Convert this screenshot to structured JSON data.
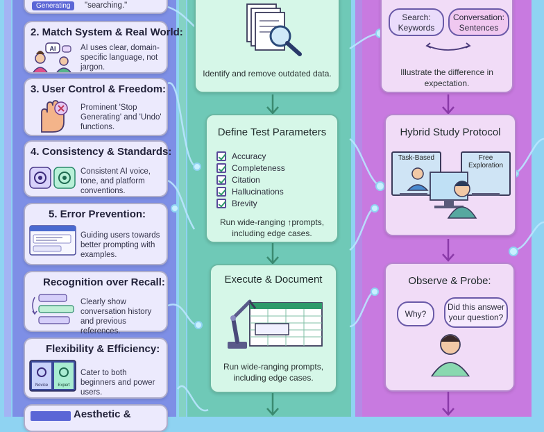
{
  "col1": {
    "top_card": {
      "badge": "Generating",
      "text": "\"searching.\""
    },
    "cards": [
      {
        "title": "2. Match System & Real World:",
        "text": "AI uses clear, domain-specific language, not jargon.",
        "icon": "ai-chat-people-icon"
      },
      {
        "title": "3. User Control & Freedom:",
        "text": "Prominent 'Stop Generating' and 'Undo' functions.",
        "icon": "hand-stop-icon"
      },
      {
        "title": "4. Consistency & Standards:",
        "text": "Consistent AI voice, tone, and platform conventions.",
        "icon": "ai-logo-icon"
      },
      {
        "title": "5. Error Prevention:",
        "text": "Guiding users towards better prompting with examples.",
        "icon": "prompt-example-icon"
      },
      {
        "title": "Recognition over Recall:",
        "text": "Clearly show conversation history and previous references.",
        "icon": "history-list-icon"
      },
      {
        "title": "Flexibility & Efficiency:",
        "text": "Cater to both beginners and power users.",
        "icon": "novice-expert-icon"
      },
      {
        "title": "Aesthetic &",
        "text": "",
        "icon": ""
      }
    ],
    "icon_labels": {
      "ai": "AI",
      "novice": "Novice",
      "expert": "Expert"
    }
  },
  "col2": {
    "card_top": {
      "text": "Identify and remove outdated data."
    },
    "card_params": {
      "title": "Define Test Parameters",
      "checks": [
        "Accuracy",
        "Completeness",
        "Citation",
        "Hallucinations",
        "Brevity"
      ],
      "text": "Run wide-ranging ↑prompts, including edge cases."
    },
    "card_exec": {
      "title": "Execute & Document",
      "text": "Run wide-ranging prompts, including edge cases."
    }
  },
  "col3": {
    "card_top": {
      "bubble_left": "Search: Keywords",
      "bubble_right": "Conversation: Sentences",
      "text": "Illustrate the difference in expectation."
    },
    "card_hybrid": {
      "title": "Hybrid Study Protocol",
      "screen_left": "Task-Based",
      "screen_right": "Free Exploration"
    },
    "card_observe": {
      "title": "Observe & Probe:",
      "bubble_left": "Why?",
      "bubble_right": "Did this answer your question?"
    }
  },
  "colors": {
    "col1_bg": "#7e8fe6",
    "col2_bg": "#6fc9b7",
    "col3_bg": "#c87ae0",
    "card1": "#eceafd",
    "card2": "#d6f7e8",
    "card3": "#f1dcf7"
  }
}
